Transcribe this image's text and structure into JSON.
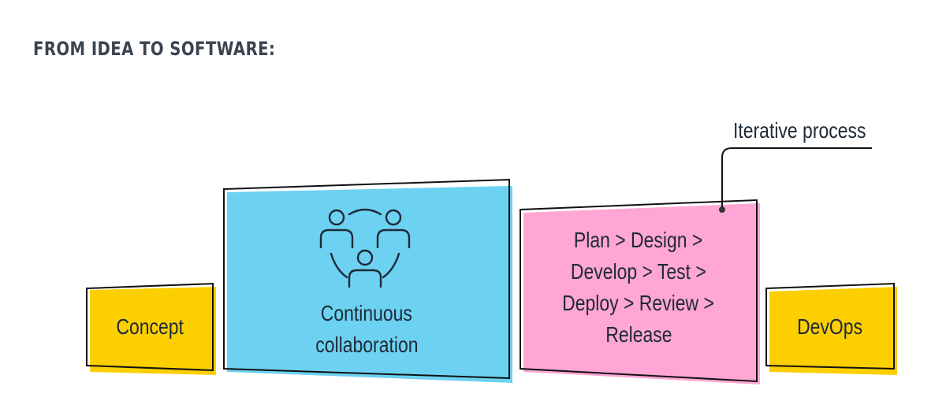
{
  "title": "FROM IDEA TO SOFTWARE:",
  "annotation": "Iterative process",
  "stages": [
    {
      "label": "Concept",
      "color": "#fccf00"
    },
    {
      "label_lines": [
        "Continuous",
        "collaboration"
      ],
      "color": "#6dd1f1",
      "icon": "people-collaboration-icon"
    },
    {
      "label_lines": [
        "Plan > Design >",
        "Develop > Test >",
        "Deploy > Review >",
        "Release"
      ],
      "color": "#ffa6d4"
    },
    {
      "label": "DevOps",
      "color": "#fccf00"
    }
  ],
  "colors": {
    "outline": "#111111",
    "text": "#1e2a36",
    "title": "#3a4450"
  }
}
